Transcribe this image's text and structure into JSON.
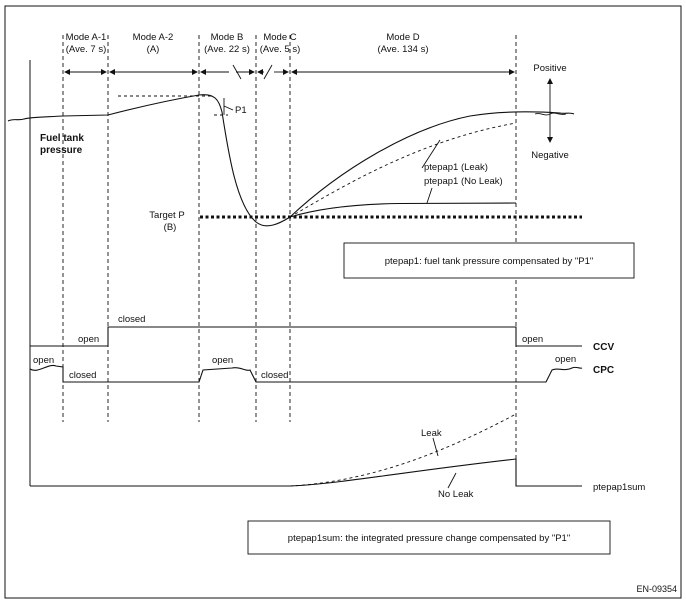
{
  "modes": [
    {
      "name": "Mode A-1",
      "sub": "(Ave. 7 s)"
    },
    {
      "name": "Mode A-2",
      "sub": "(A)"
    },
    {
      "name": "Mode B",
      "sub": "(Ave. 22 s)"
    },
    {
      "name": "Mode C",
      "sub": "(Ave. 5 s)"
    },
    {
      "name": "Mode D",
      "sub": "(Ave. 134 s)"
    }
  ],
  "pressure": {
    "label_line1": "Fuel tank",
    "label_line2": "pressure",
    "positive": "Positive",
    "negative": "Negative",
    "p1": "P1",
    "target_line1": "Target P",
    "target_line2": "(B)",
    "leak_label": "ptepap1 (Leak)",
    "noleak_label": "ptepap1 (No Leak)",
    "note": "ptepap1: fuel tank pressure compensated by \"P1\""
  },
  "ccv": {
    "label": "CCV",
    "open1": "open",
    "closed": "closed",
    "open2": "open"
  },
  "cpc": {
    "label": "CPC",
    "open1": "open",
    "closed1": "closed",
    "open2": "open",
    "closed2": "closed",
    "open3": "open"
  },
  "sum": {
    "label": "ptepap1sum",
    "leak": "Leak",
    "noleak": "No Leak",
    "note": "ptepap1sum: the integrated pressure change compensated by \"P1\""
  },
  "figure_id": "EN-09354"
}
